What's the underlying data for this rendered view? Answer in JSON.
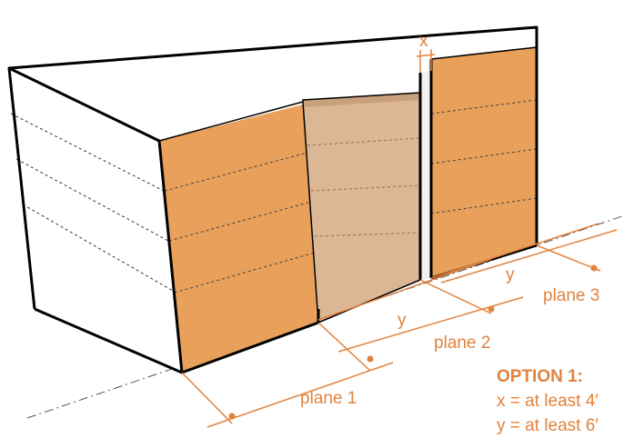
{
  "colors": {
    "orange_face": "#e8a05a",
    "recessed_face": "#dcb796",
    "outline": "#000000",
    "annotation": "#e2823d",
    "side_face": "#ffffff",
    "top_face": "#ffffff",
    "gap_face": "#f0f0f0"
  },
  "labels": {
    "x": "x",
    "y_left": "y",
    "y_right": "y",
    "plane1": "plane 1",
    "plane2": "plane 2",
    "plane3": "plane 3"
  },
  "option": {
    "title": "OPTION 1:",
    "line1": "x = at least 4′",
    "line2": "y = at least 6′"
  }
}
